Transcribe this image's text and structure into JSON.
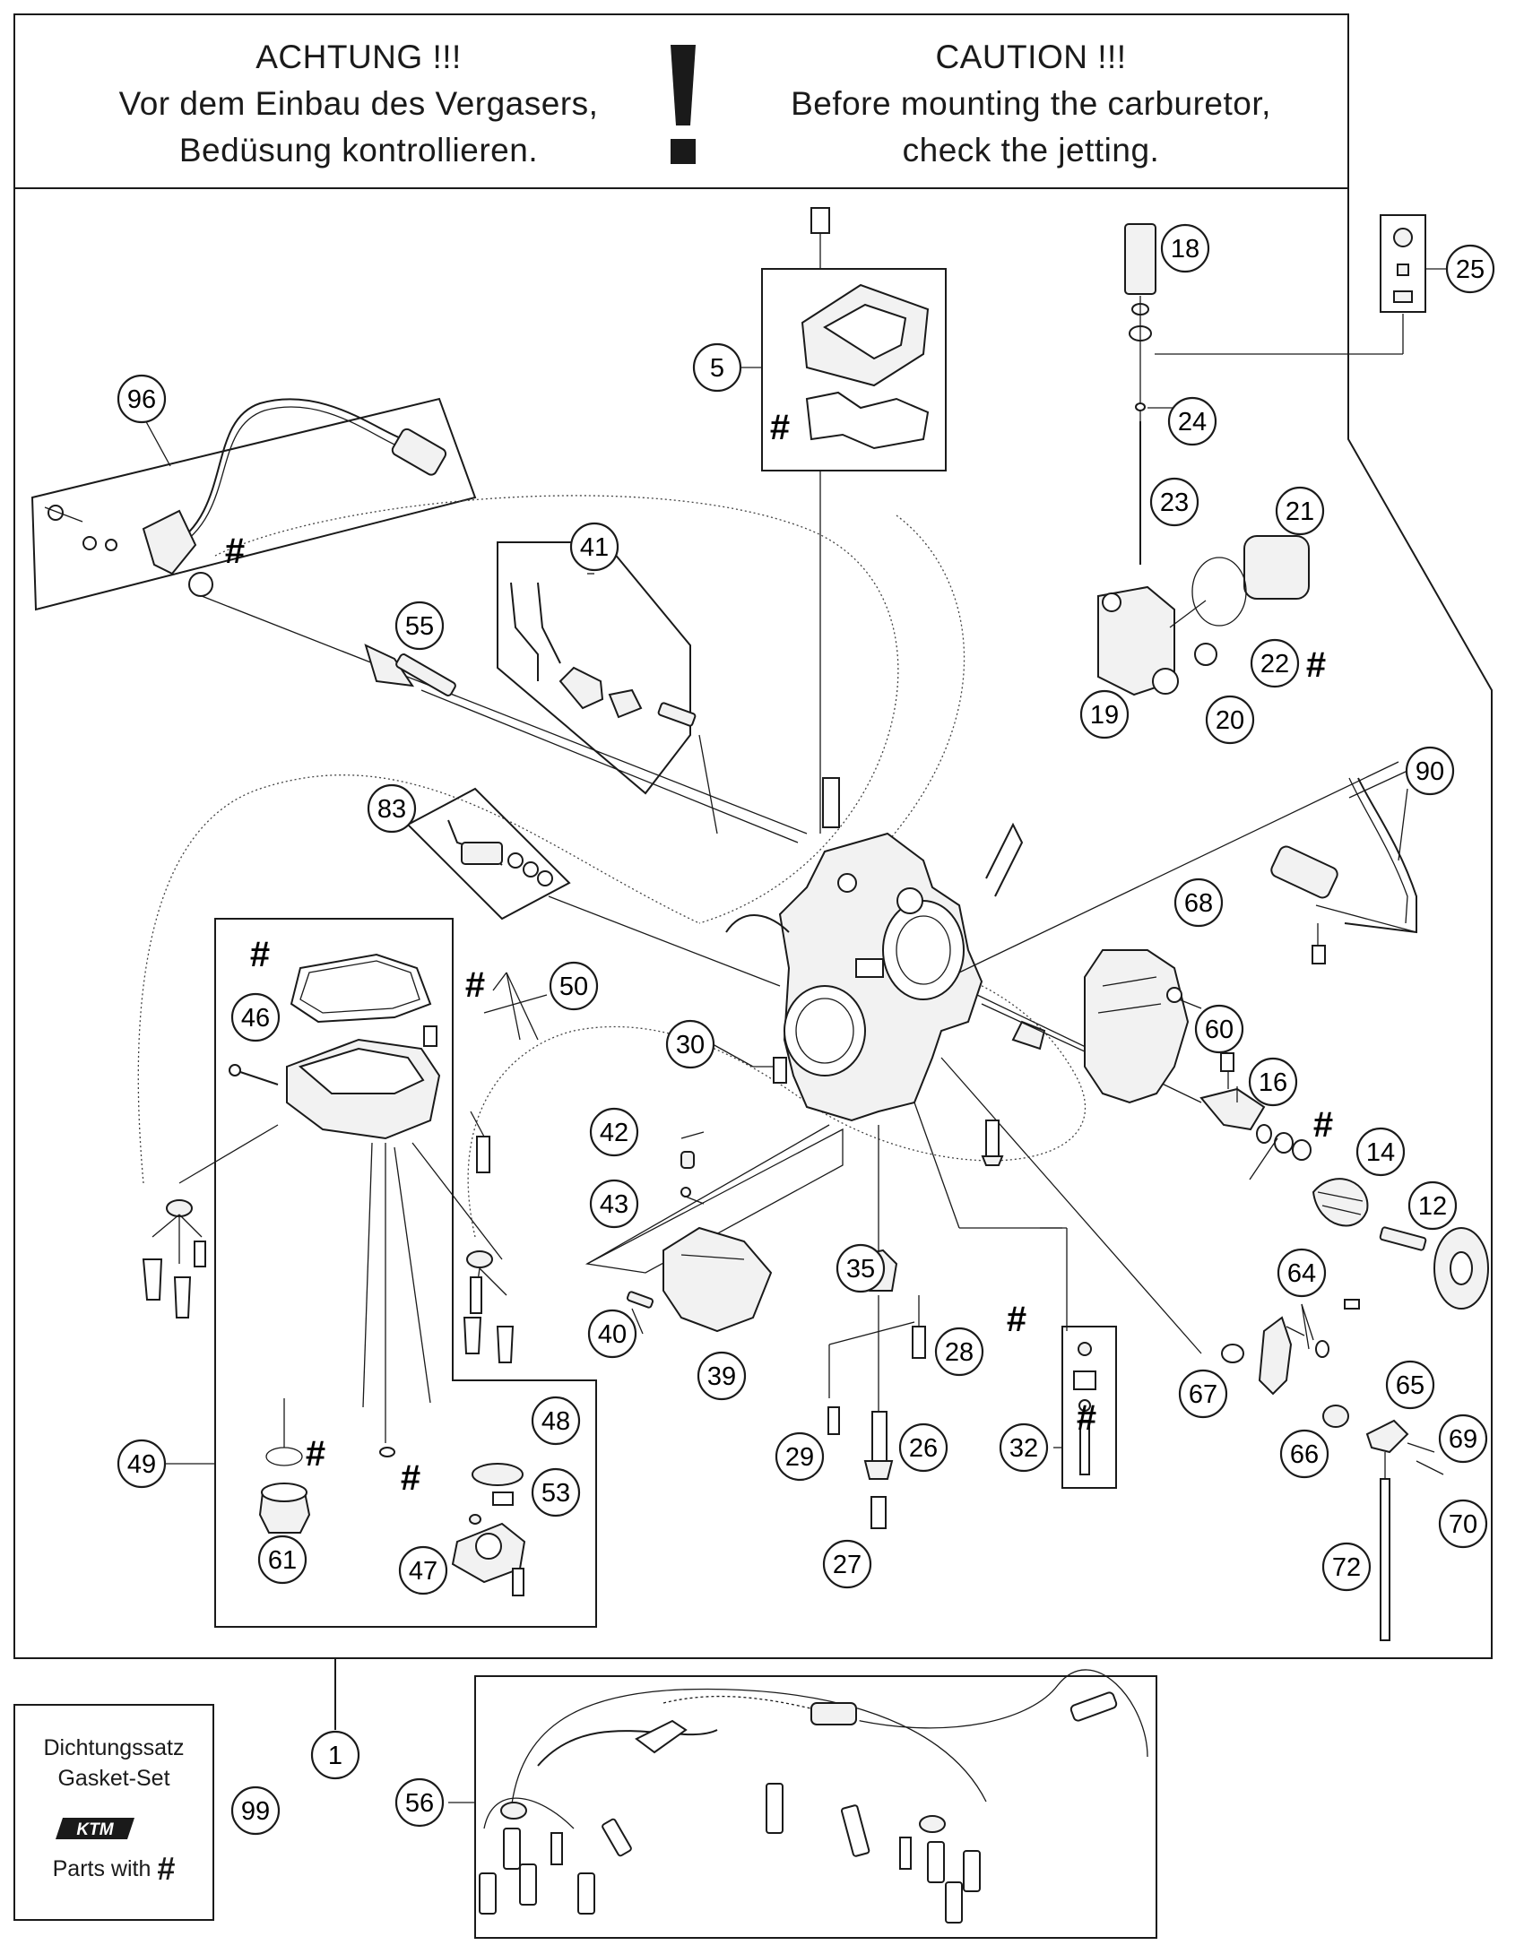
{
  "header": {
    "german": {
      "title": "ACHTUNG !!!",
      "line1": "Vor dem Einbau des Vergasers,",
      "line2": "Bedüsung kontrollieren."
    },
    "exclamation": "!",
    "english": {
      "title": "CAUTION !!!",
      "line1": "Before mounting the carburetor,",
      "line2": "check the jetting."
    }
  },
  "callouts": [
    "1",
    "5",
    "12",
    "14",
    "16",
    "18",
    "19",
    "20",
    "21",
    "22",
    "23",
    "24",
    "25",
    "26",
    "27",
    "28",
    "29",
    "30",
    "32",
    "35",
    "39",
    "40",
    "41",
    "42",
    "43",
    "46",
    "47",
    "48",
    "49",
    "50",
    "53",
    "55",
    "56",
    "60",
    "61",
    "64",
    "65",
    "66",
    "67",
    "68",
    "69",
    "70",
    "72",
    "83",
    "90",
    "96",
    "99"
  ],
  "hash_symbol": "#",
  "gasket_box": {
    "line1": "Dichtungssatz",
    "line2": "Gasket-Set",
    "brand": "KTM",
    "line3": "Parts with",
    "hash": "#"
  },
  "colors": {
    "line": "#1a1a1a",
    "part_fill": "#f2f2f2",
    "background": "#ffffff"
  }
}
